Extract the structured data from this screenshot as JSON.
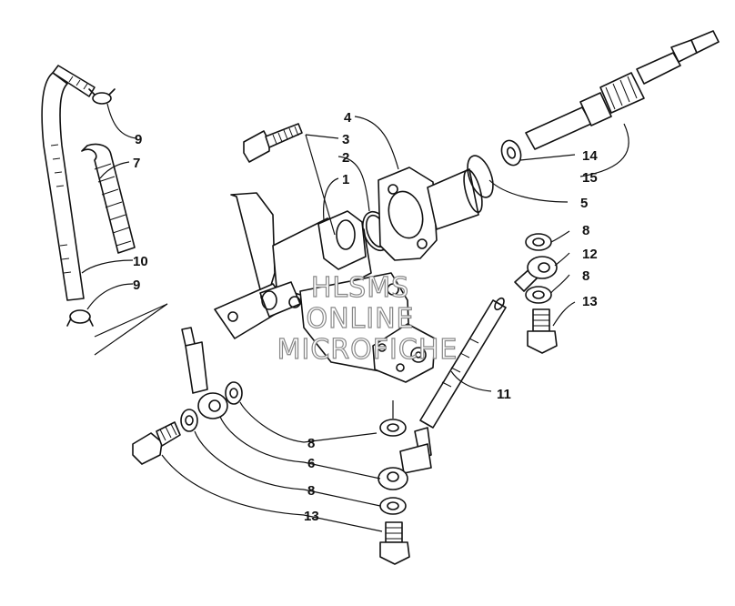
{
  "callouts": {
    "c1": "1",
    "c2": "2",
    "c3": "3",
    "c4": "4",
    "c5": "5",
    "c6": "6",
    "c7": "7",
    "c8a": "8",
    "c8b": "8",
    "c8c": "8",
    "c8d": "8",
    "c9a": "9",
    "c9b": "9",
    "c10": "10",
    "c11": "11",
    "c12": "12",
    "c13a": "13",
    "c13b": "13",
    "c14": "14",
    "c15": "15"
  },
  "watermark": {
    "line1": "HLSMS",
    "line2": "ONLINE",
    "line3": "MICROFICHE"
  }
}
